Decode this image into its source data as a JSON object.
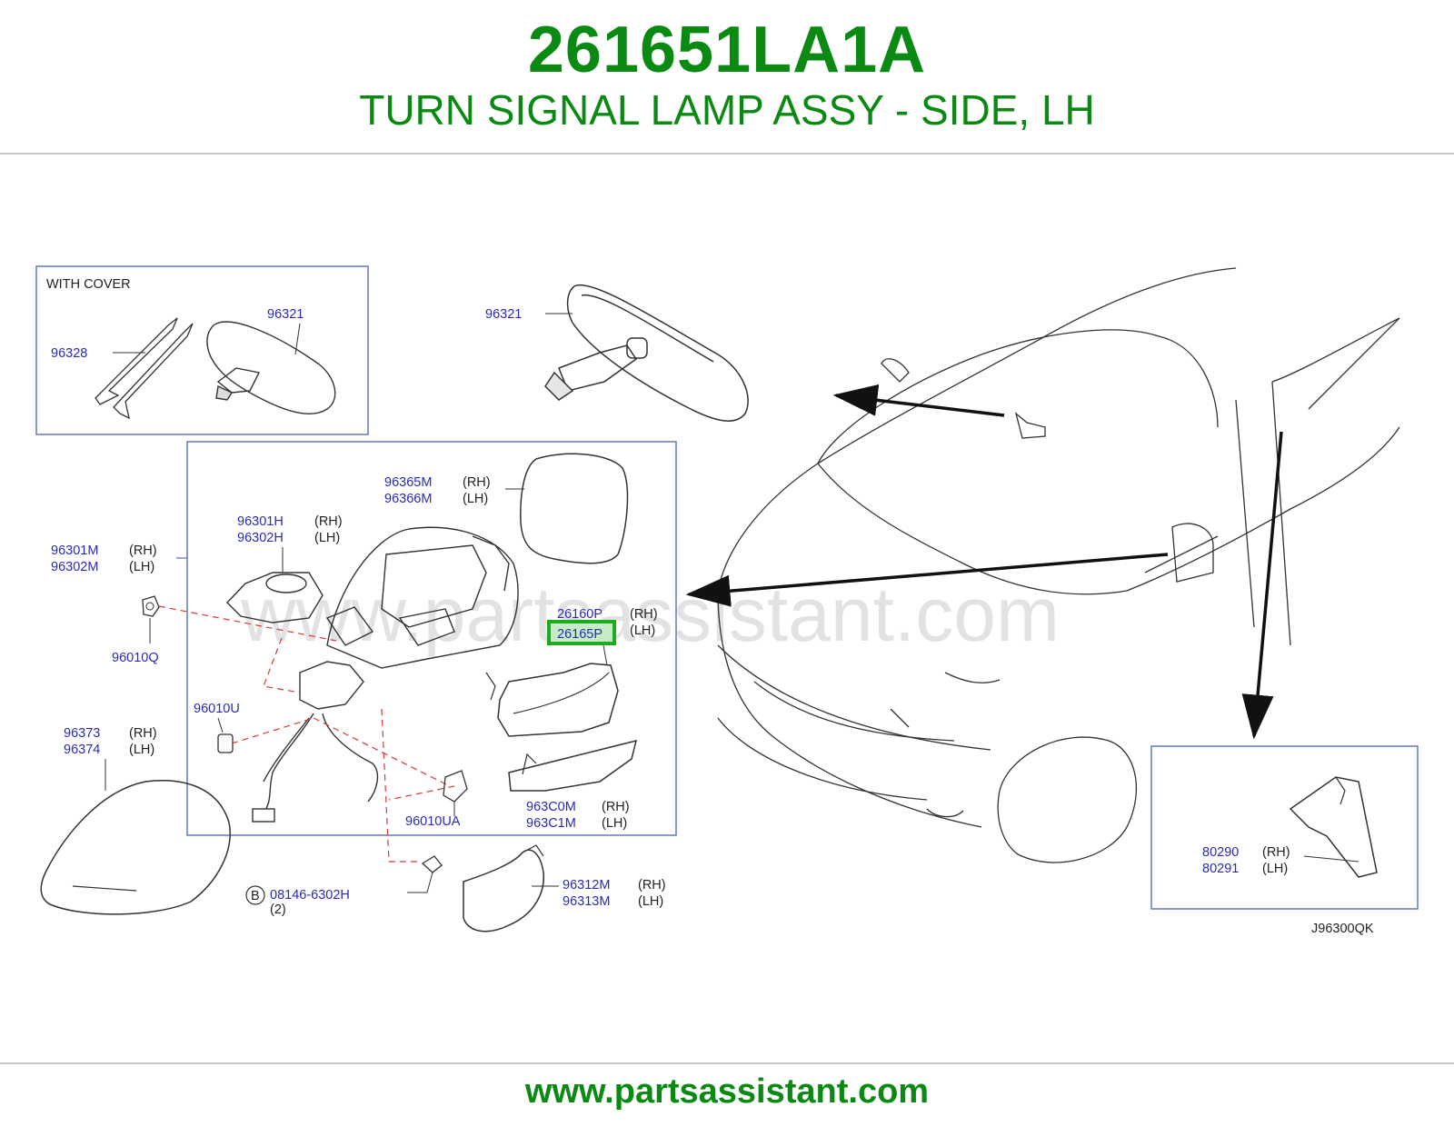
{
  "header": {
    "part_number": "261651LA1A",
    "description": "TURN SIGNAL LAMP ASSY - SIDE, LH"
  },
  "inset_cover": {
    "title": "WITH   COVER",
    "label_a": "96328",
    "label_b": "96321"
  },
  "labels": {
    "mirror_inner": "96321",
    "glass_rh": "96365M",
    "glass_lh": "96366M",
    "cover_rh": "96301H",
    "cover_lh": "96302H",
    "cover2_rh": "96301M",
    "cover2_lh": "96302M",
    "nut": "96010Q",
    "clip": "96010U",
    "housing_rh": "96373",
    "housing_lh": "96374",
    "lamp_rh": "26160P",
    "lamp_lh": "26165P",
    "fin_rh": "963C0M",
    "fin_lh": "963C1M",
    "clip2": "96010UA",
    "bolt_code": "B",
    "bolt": "08146-6302H",
    "bolt_qty": "(2)",
    "finisher_rh": "96312M",
    "finisher_lh": "96313M",
    "corner_rh": "80290",
    "corner_lh": "80291",
    "diagram_code": "J96300QK",
    "rh": "(RH)",
    "lh": "(LH)"
  },
  "highlight": {
    "part": "26165P",
    "color": "#1faa1f"
  },
  "watermark": "www.partsassistant.com",
  "footer": {
    "url": "www.partsassistant.com"
  },
  "colors": {
    "brand_green": "#0a8a12",
    "label_blue": "#2a2ab8",
    "box_blue": "#5a6fb5",
    "dashed_red": "#d83a3a"
  }
}
